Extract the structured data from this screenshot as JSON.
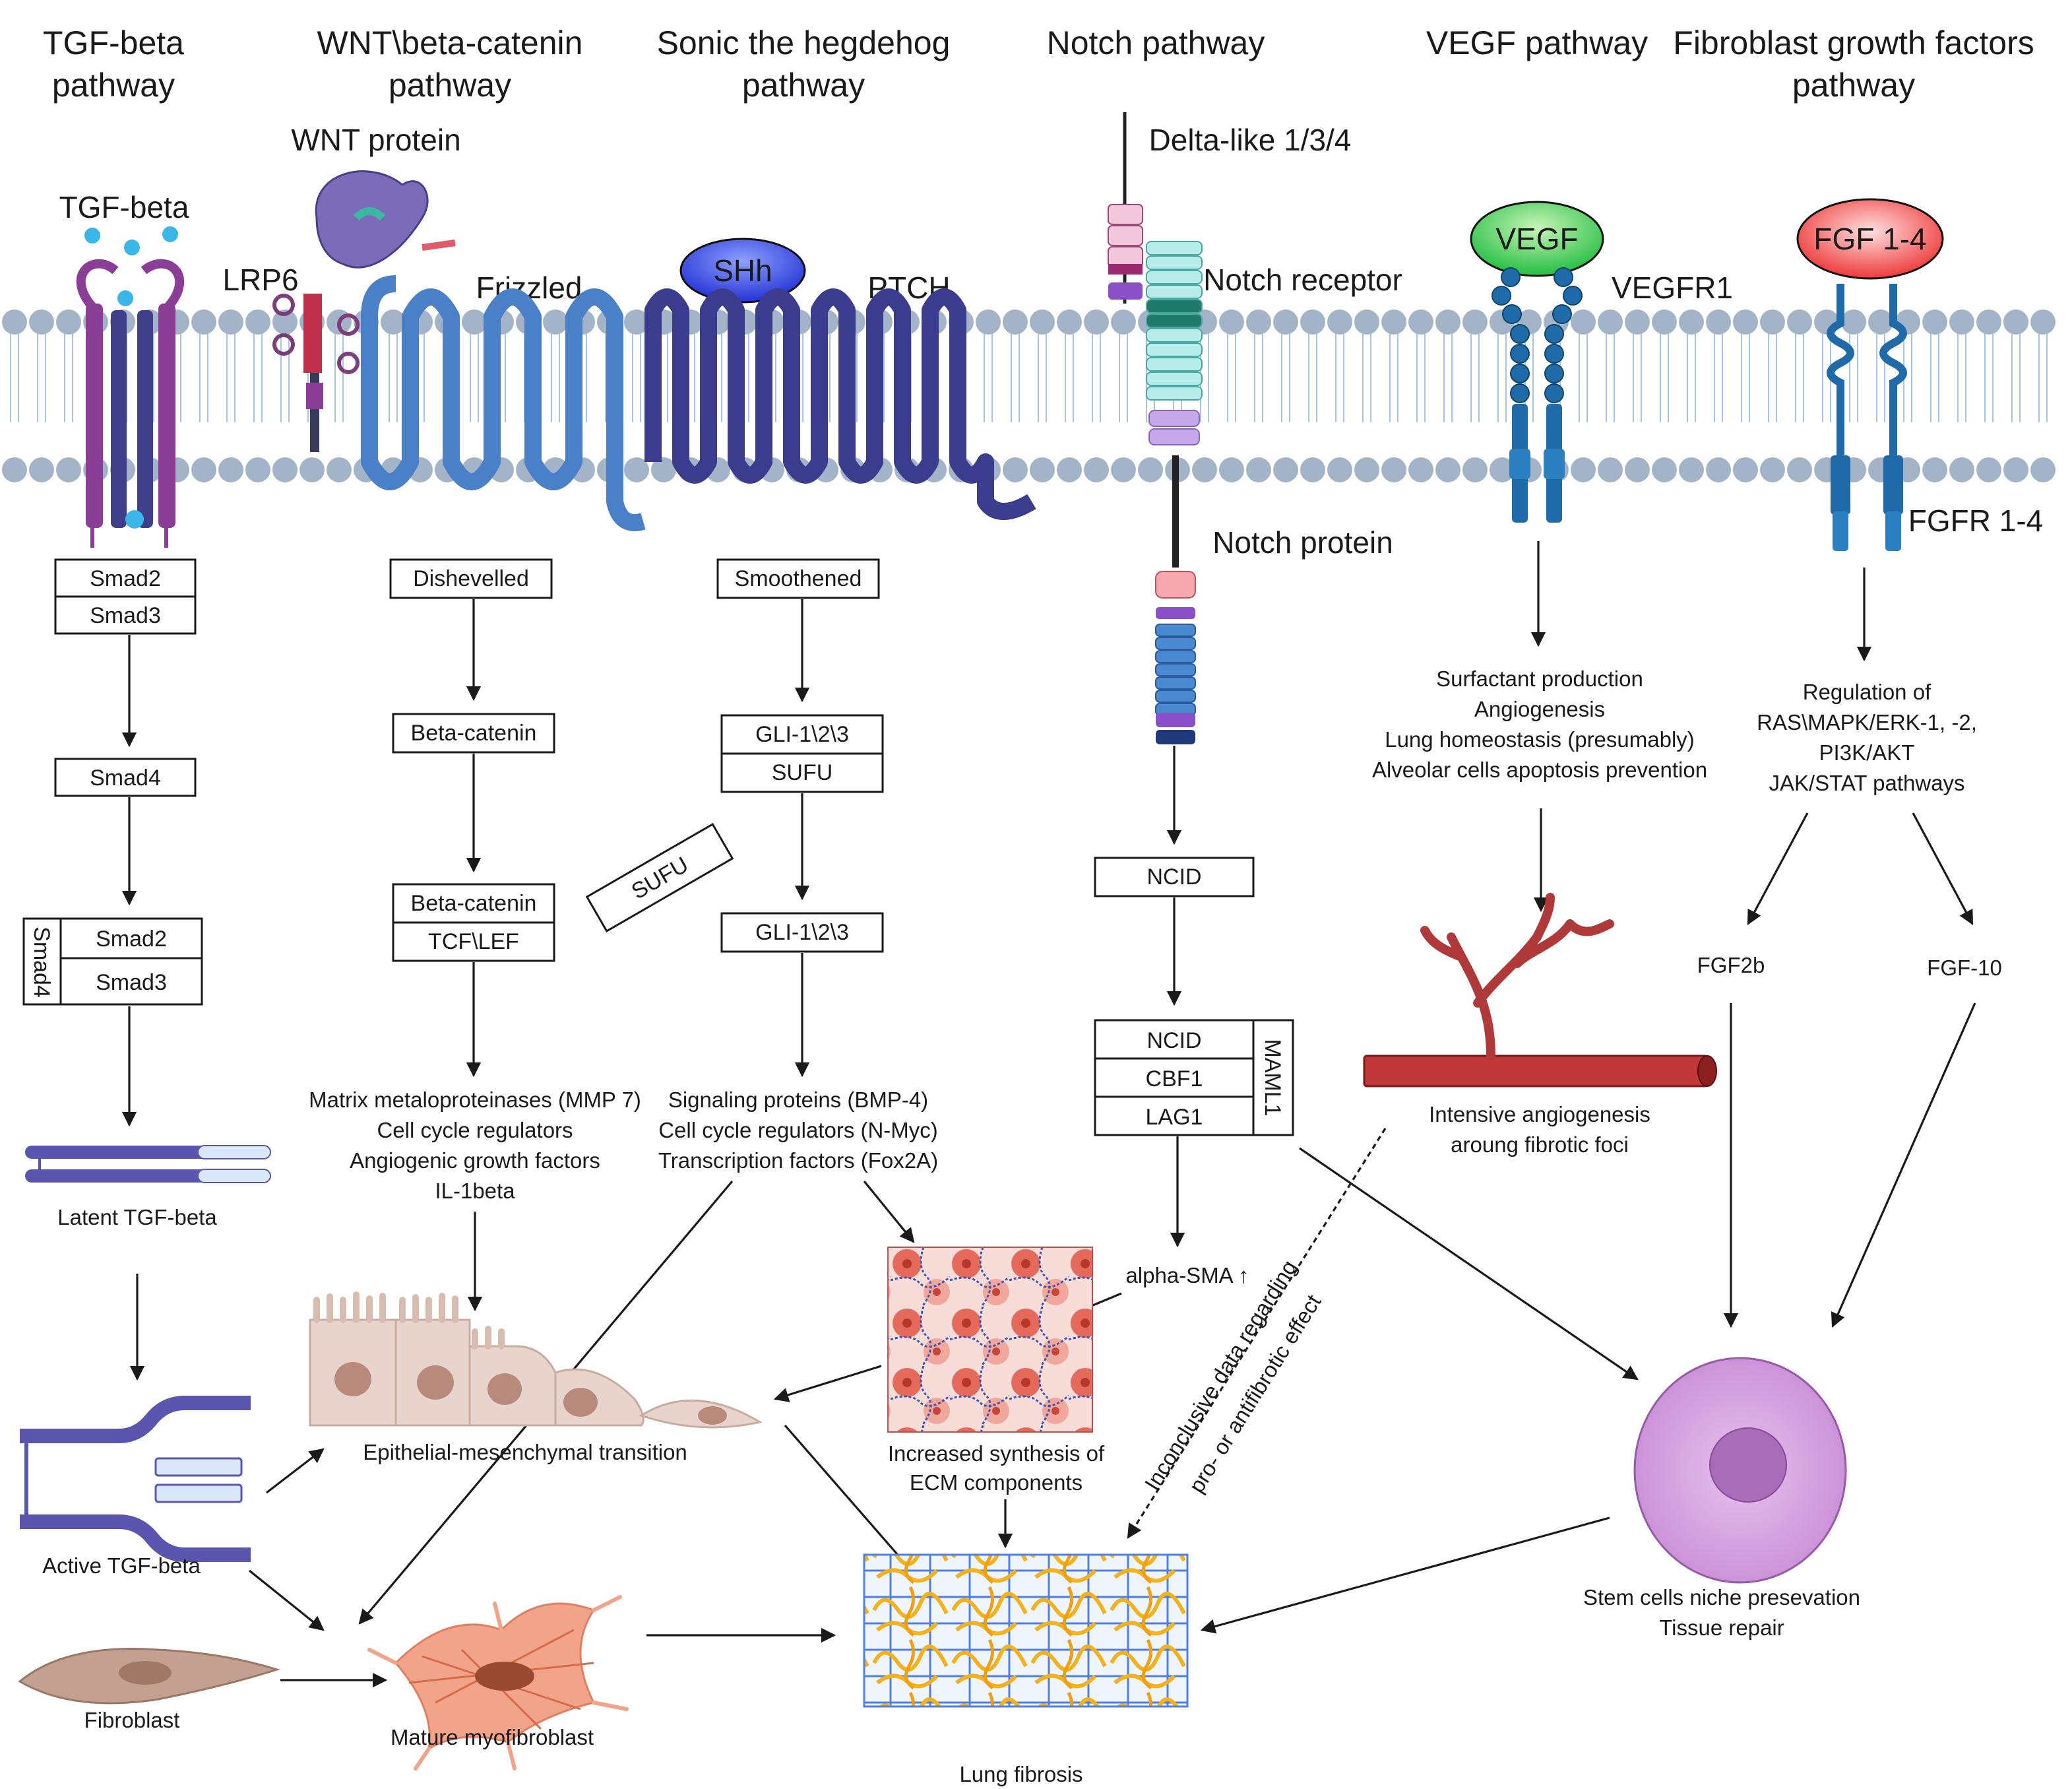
{
  "headers": {
    "tgf": [
      "TGF-beta",
      "pathway"
    ],
    "wnt": [
      "WNT\\beta-catenin",
      "pathway"
    ],
    "shh": [
      "Sonic the hegdehog",
      "pathway"
    ],
    "notch": [
      "Notch pathway"
    ],
    "vegf": [
      "VEGF pathway"
    ],
    "fgf": [
      "Fibroblast growth factors",
      "pathway"
    ]
  },
  "membrane_labels": {
    "wnt_protein": "WNT protein",
    "tgf_beta": "TGF-beta",
    "lrp6": "LRP6",
    "frizzled": "Frizzled",
    "shh": "SHh",
    "ptch": "PTCH",
    "delta_like": "Delta-like 1/3/4",
    "notch_receptor": "Notch receptor",
    "notch_protein": "Notch protein",
    "vegf": "VEGF",
    "vegfr1": "VEGFR1",
    "fgf": "FGF 1-4",
    "fgfr": "FGFR 1-4"
  },
  "tgf_column": {
    "smad2": "Smad2",
    "smad3": "Smad3",
    "smad4": "Smad4",
    "complex_side": "Smad4",
    "complex_smad2": "Smad2",
    "complex_smad3": "Smad3",
    "latent": "Latent TGF-beta",
    "active": "Active TGF-beta",
    "fibroblast": "Fibroblast"
  },
  "wnt_column": {
    "dishevelled": "Dishevelled",
    "beta_catenin": "Beta-catenin",
    "complex_beta_catenin": "Beta-catenin",
    "complex_tcf": "TCF\\LEF",
    "effects": [
      "Matrix metaloproteinases (MMP 7)",
      "Cell cycle regulators",
      "Angiogenic growth factors",
      "IL-1beta"
    ]
  },
  "shh_column": {
    "smoothened": "Smoothened",
    "gli_complex": "GLI-1\\2\\3",
    "sufu_complex": "SUFU",
    "sufu_free": "SUFU",
    "gli_free": "GLI-1\\2\\3",
    "effects": [
      "Signaling proteins (BMP-4)",
      "Cell cycle regulators (N-Myc)",
      "Transcription factors (Fox2A)"
    ]
  },
  "notch_column": {
    "ncid": "NCID",
    "complex_ncid": "NCID",
    "cbf1": "CBF1",
    "lag1": "LAG1",
    "maml1": "MAML1",
    "alpha_sma": "alpha-SMA ↑",
    "inconclusive": [
      "Inconclusive data regarding",
      "pro- or antifibrotic effect"
    ]
  },
  "vegf_column": {
    "effects": [
      "Surfactant production",
      "Angiogenesis",
      "Lung homeostasis (presumably)",
      "Alveolar cells apoptosis prevention"
    ],
    "angiogenesis": [
      "Intensive angiogenesis",
      "aroung fibrotic foci"
    ]
  },
  "fgf_column": {
    "regulation": [
      "Regulation of",
      "RAS\\MAPK/ERK-1, -2,",
      "PI3K/AKT",
      "JAK/STAT pathways"
    ],
    "fgf2b": "FGF2b",
    "fgf10": "FGF-10",
    "stem": [
      "Stem cells niche presevation",
      "Tissue repair"
    ]
  },
  "outcomes": {
    "emt": "Epithelial-mesenchymal transition",
    "myofibroblast": "Mature myofibroblast",
    "ecm": [
      "Increased synthesis of",
      "ECM components"
    ],
    "fibrosis": "Lung fibrosis"
  }
}
